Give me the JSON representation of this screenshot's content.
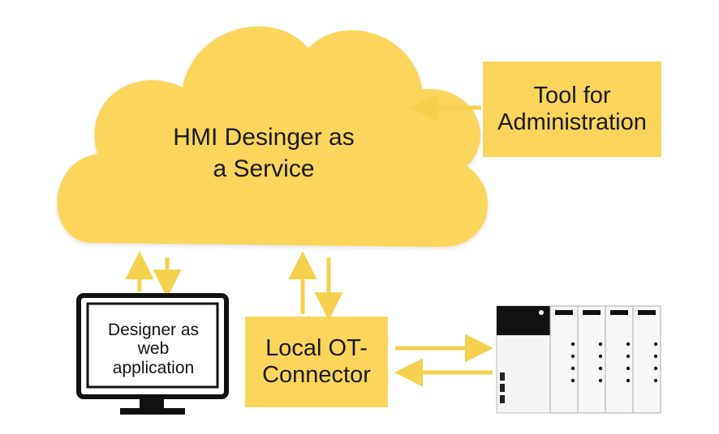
{
  "cloud": {
    "line1": "HMI Desinger as",
    "line2": "a Service"
  },
  "admin_tool": {
    "line1": "Tool for",
    "line2": "Administration"
  },
  "ot_connector": {
    "line1": "Local OT-",
    "line2": "Connector"
  },
  "designer_app": {
    "line1": "Designer as",
    "line2": "web",
    "line3": "application"
  },
  "colors": {
    "accent": "#fbd55b",
    "arrow": "#f6d04f",
    "outline": "#111111"
  },
  "icons": [
    "cloud-icon",
    "monitor-icon",
    "plc-hardware-icon"
  ]
}
